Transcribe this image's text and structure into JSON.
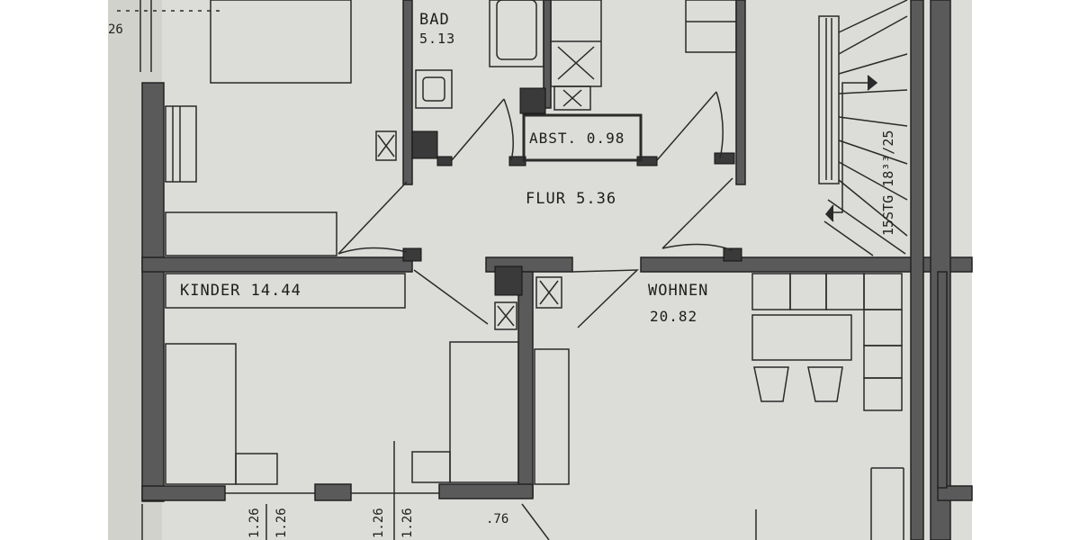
{
  "rooms": {
    "bad": {
      "name": "BAD",
      "area": "5.13"
    },
    "abst": {
      "label": "ABST. 0.98"
    },
    "flur": {
      "label": "FLUR 5.36"
    },
    "kinder": {
      "label": "KINDER 14.44"
    },
    "wohnen": {
      "name": "WOHNEN",
      "area": "20.82"
    }
  },
  "stair": {
    "label": "15STG 18³³/25"
  },
  "dimensions": {
    "d1": "1.26",
    "d2": "1.26",
    "d3": "1.26",
    "d4": "1.26",
    "d5": ".76",
    "top_left": "26"
  },
  "colors": {
    "paper": "#dcdcd8",
    "wall": "#555555",
    "line": "#2a2a2a",
    "margin": "#ffffff"
  }
}
